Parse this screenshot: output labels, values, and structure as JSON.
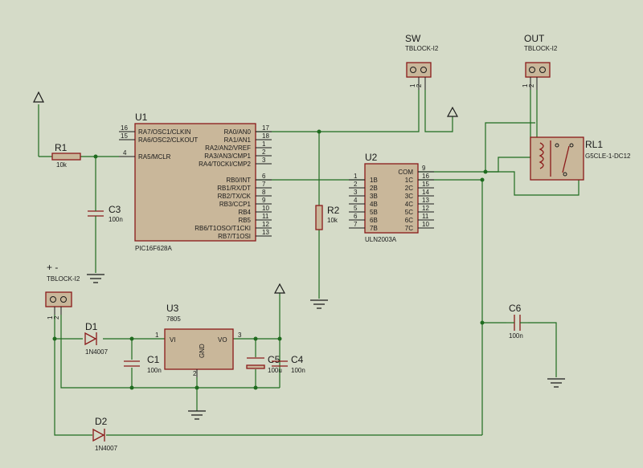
{
  "components": {
    "u1": {
      "ref": "U1",
      "value": "PIC16F628A",
      "left_pins": [
        {
          "num": "16",
          "name": "RA7/OSC1/CLKIN"
        },
        {
          "num": "15",
          "name": "RA6/OSC2/CLKOUT"
        },
        {
          "num": "4",
          "name": "RA5/MCLR"
        }
      ],
      "right_pins": [
        {
          "num": "17",
          "name": "RA0/AN0"
        },
        {
          "num": "18",
          "name": "RA1/AN1"
        },
        {
          "num": "1",
          "name": "RA2/AN2/VREF"
        },
        {
          "num": "2",
          "name": "RA3/AN3/CMP1"
        },
        {
          "num": "3",
          "name": "RA4/T0CKI/CMP2"
        },
        {
          "num": "6",
          "name": "RB0/INT"
        },
        {
          "num": "7",
          "name": "RB1/RX/DT"
        },
        {
          "num": "8",
          "name": "RB2/TX/CK"
        },
        {
          "num": "9",
          "name": "RB3/CCP1"
        },
        {
          "num": "10",
          "name": "RB4"
        },
        {
          "num": "11",
          "name": "RB5"
        },
        {
          "num": "12",
          "name": "RB6/T1OSO/T1CKI"
        },
        {
          "num": "13",
          "name": "RB7/T1OSI"
        }
      ]
    },
    "u2": {
      "ref": "U2",
      "value": "ULN2003A",
      "left_pins": [
        {
          "num": "1",
          "name": "1B"
        },
        {
          "num": "2",
          "name": "2B"
        },
        {
          "num": "3",
          "name": "3B"
        },
        {
          "num": "4",
          "name": "4B"
        },
        {
          "num": "5",
          "name": "5B"
        },
        {
          "num": "6",
          "name": "6B"
        },
        {
          "num": "7",
          "name": "7B"
        }
      ],
      "right_pins": [
        {
          "num": "9",
          "name": "COM"
        },
        {
          "num": "16",
          "name": "1C"
        },
        {
          "num": "15",
          "name": "2C"
        },
        {
          "num": "14",
          "name": "3C"
        },
        {
          "num": "13",
          "name": "4C"
        },
        {
          "num": "12",
          "name": "5C"
        },
        {
          "num": "11",
          "name": "6C"
        },
        {
          "num": "10",
          "name": "7C"
        }
      ]
    },
    "u3": {
      "ref": "U3",
      "value": "7805",
      "pin_vi": "VI",
      "pin_vo": "VO",
      "pin_gnd": "GND",
      "num_vi": "1",
      "num_vo": "3",
      "num_gnd": "2"
    },
    "r1": {
      "ref": "R1",
      "value": "10k"
    },
    "r2": {
      "ref": "R2",
      "value": "10k"
    },
    "c1": {
      "ref": "C1",
      "value": "100n"
    },
    "c3": {
      "ref": "C3",
      "value": "100n"
    },
    "c4": {
      "ref": "C4",
      "value": "100n"
    },
    "c5": {
      "ref": "C5",
      "value": "100u"
    },
    "c6": {
      "ref": "C6",
      "value": "100n"
    },
    "d1": {
      "ref": "D1",
      "value": "1N4007"
    },
    "d2": {
      "ref": "D2",
      "value": "1N4007"
    },
    "rl1": {
      "ref": "RL1",
      "value": "G5CLE-1-DC12"
    },
    "sw": {
      "ref": "SW",
      "value": "TBLOCK-I2",
      "pin1": "1",
      "pin2": "2"
    },
    "out": {
      "ref": "OUT",
      "value": "TBLOCK-I2",
      "pin1": "1",
      "pin2": "2"
    },
    "pwr": {
      "ref": "+  -",
      "value": "TBLOCK-I2",
      "pin1": "1",
      "pin2": "2"
    }
  }
}
